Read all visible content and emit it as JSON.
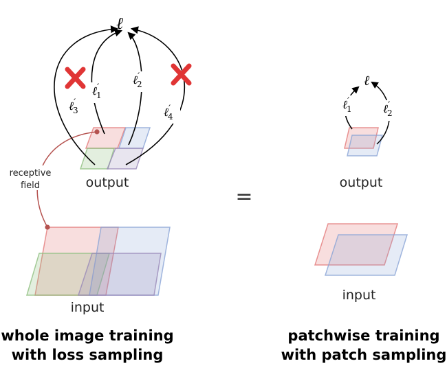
{
  "colors": {
    "red": "#e06a6a",
    "blue": "#8aa4d6",
    "green": "#8fbf7f",
    "purple": "#9888b8",
    "rf": "#b5524f",
    "cross": "#e03535"
  },
  "left": {
    "loss": "ℓ",
    "sub_losses": [
      {
        "sym": "ℓ",
        "prime": "′",
        "sub": "3"
      },
      {
        "sym": "ℓ",
        "prime": "′",
        "sub": "1"
      },
      {
        "sym": "ℓ",
        "prime": "′",
        "sub": "2"
      },
      {
        "sym": "ℓ",
        "prime": "′",
        "sub": "4"
      }
    ],
    "output_label": "output",
    "input_label": "input",
    "receptive_field_line1": "receptive",
    "receptive_field_line2": "field",
    "caption_line1": "whole image training",
    "caption_line2": "with loss sampling"
  },
  "equals": "=",
  "right": {
    "loss": "ℓ",
    "sub_losses": [
      {
        "sym": "ℓ",
        "prime": "′",
        "sub": "1"
      },
      {
        "sym": "ℓ",
        "prime": "′",
        "sub": "2"
      }
    ],
    "output_label": "output",
    "input_label": "input",
    "caption_line1": "patchwise training",
    "caption_line2": "with patch sampling"
  }
}
